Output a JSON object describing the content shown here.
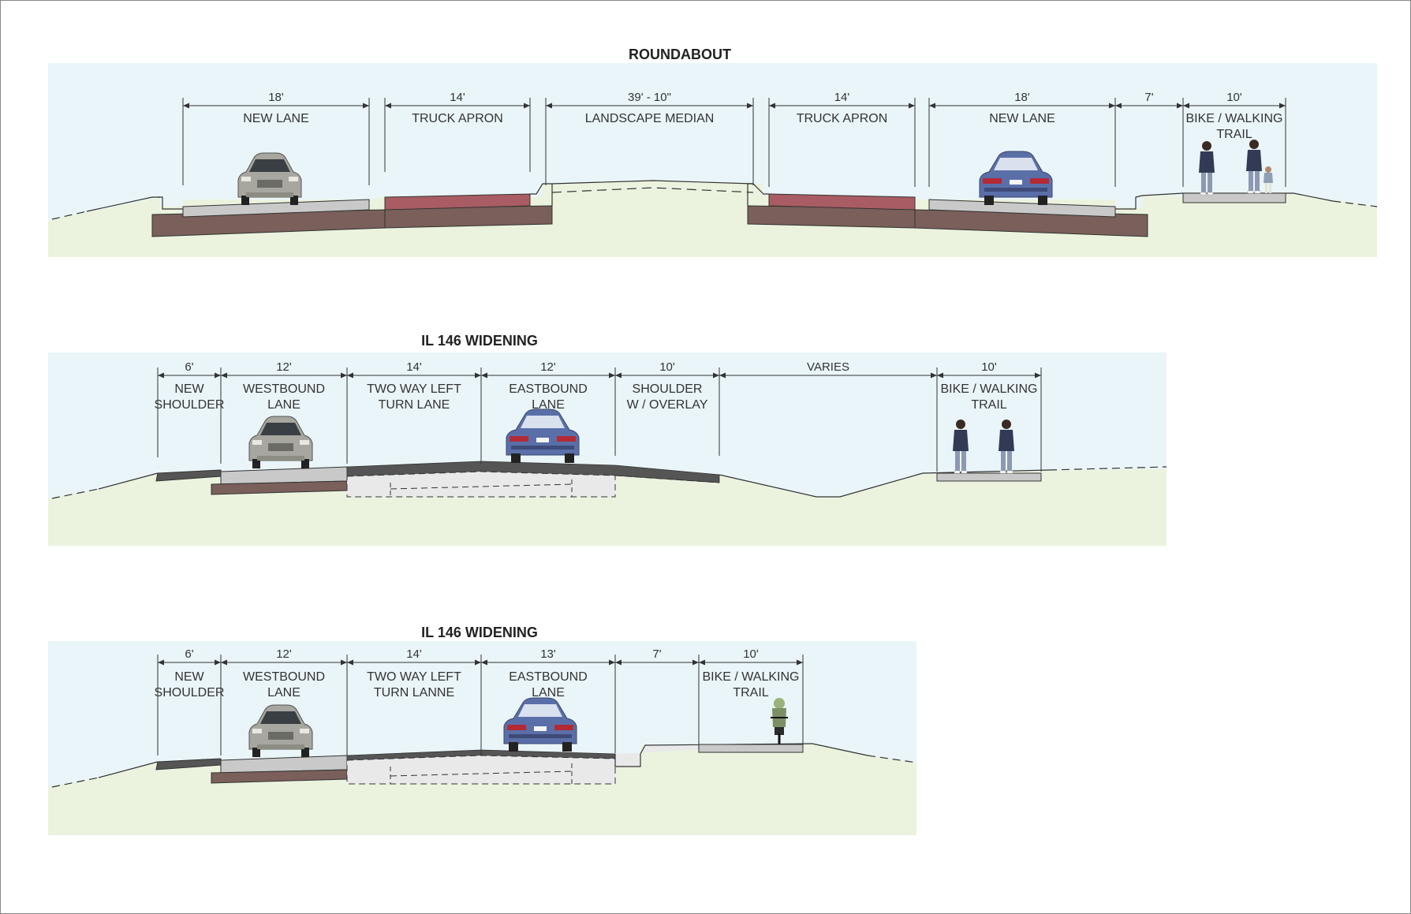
{
  "sections": [
    {
      "title": "ROUNDABOUT",
      "dims": [
        "18'",
        "14'",
        "39' - 10\"",
        "14'",
        "18'",
        "7'",
        "10'"
      ],
      "labels": [
        [
          "NEW LANE"
        ],
        [
          "TRUCK APRON"
        ],
        [
          "LANDSCAPE MEDIAN"
        ],
        [
          "TRUCK APRON"
        ],
        [
          "NEW LANE"
        ],
        [],
        [
          "BIKE / WALKING",
          "TRAIL"
        ]
      ]
    },
    {
      "title": "IL 146 WIDENING",
      "dims": [
        "6'",
        "12'",
        "14'",
        "12'",
        "10'",
        "VARIES",
        "10'"
      ],
      "labels": [
        [
          "NEW",
          "SHOULDER"
        ],
        [
          "WESTBOUND",
          "LANE"
        ],
        [
          "TWO WAY LEFT",
          "TURN LANE"
        ],
        [
          "EASTBOUND",
          "LANE"
        ],
        [
          "SHOULDER",
          "W / OVERLAY"
        ],
        [],
        [
          "BIKE / WALKING",
          "TRAIL"
        ]
      ]
    },
    {
      "title": "IL 146 WIDENING",
      "dims": [
        "6'",
        "12'",
        "14'",
        "13'",
        "7'",
        "10'"
      ],
      "labels": [
        [
          "NEW",
          "SHOULDER"
        ],
        [
          "WESTBOUND",
          "LANE"
        ],
        [
          "TWO WAY LEFT",
          "TURN LANNE"
        ],
        [
          "EASTBOUND",
          "LANE"
        ],
        [],
        [
          "BIKE / WALKING",
          "TRAIL"
        ]
      ]
    }
  ],
  "colors": {
    "sky": "#eaf5f9",
    "ground": "#ebf3df",
    "pavement": "#c9c9c9",
    "base": "#7a5f5a",
    "apron": "#a95c63",
    "line": "#333333",
    "car_silver": "#a7a79f",
    "car_blue": "#5a6fa8"
  },
  "icons": {
    "vehicle_front": "car-front-icon",
    "vehicle_rear": "car-rear-icon",
    "pedestrian": "pedestrian-icon",
    "cyclist": "cyclist-icon"
  }
}
